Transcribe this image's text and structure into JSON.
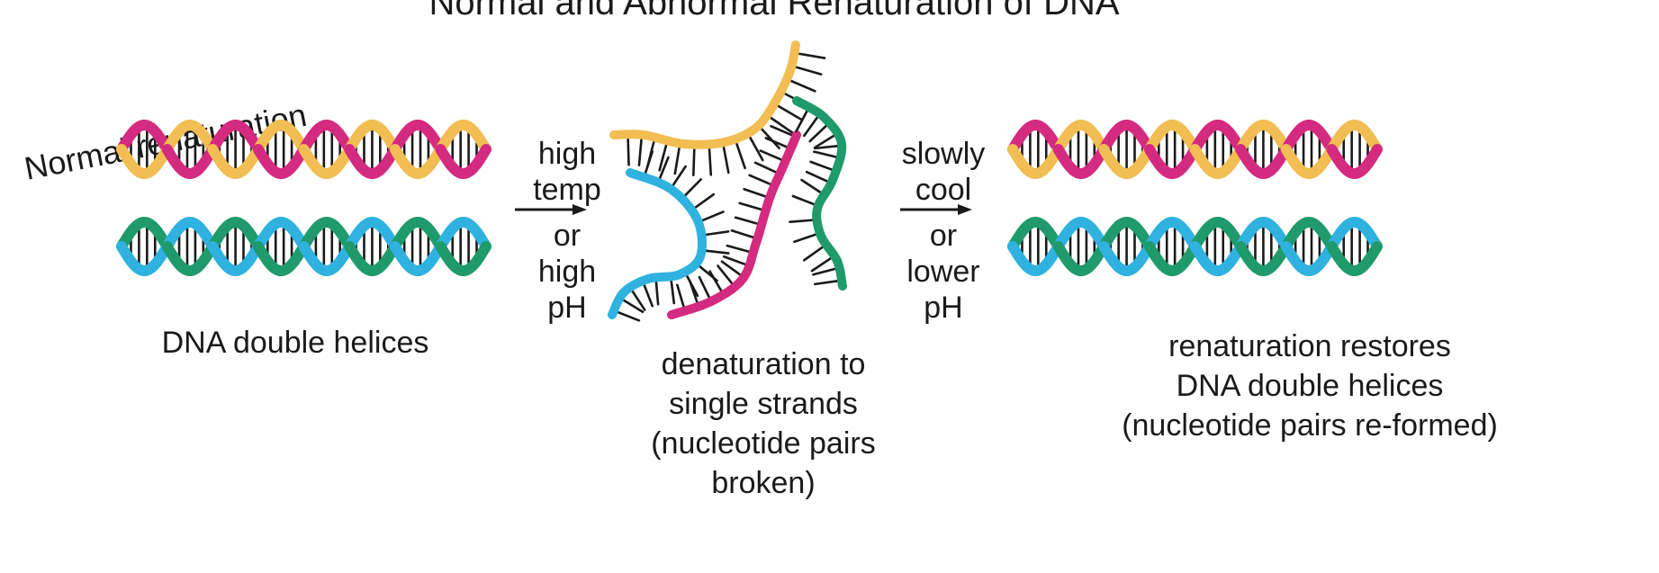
{
  "figure": {
    "cut_title": "Normal and Abnormal Renaturation of DNA",
    "mode_label": "Normal renaturation",
    "stage1_caption": "DNA double helices",
    "step1_label_lines": [
      "high",
      "temp",
      "or",
      "high",
      "pH"
    ],
    "stage2_caption_lines": [
      "denaturation to",
      "single strands",
      "(nucleotide pairs",
      "broken)"
    ],
    "step2_label_lines": [
      "slowly",
      "cool",
      "or",
      "lower",
      "pH"
    ],
    "stage3_caption_lines": [
      "renaturation restores",
      "DNA double helices",
      "(nucleotide pairs re-formed)"
    ]
  },
  "colors": {
    "gold": "#f2bd52",
    "magenta": "#d42a7f",
    "cyan": "#2fb2df",
    "green": "#1f9a6c",
    "ink": "#1a1a1a"
  },
  "icons": {
    "arrow": "right-arrow-icon",
    "helix": "dna-double-helix-icon",
    "strand": "dna-single-strand-icon"
  }
}
